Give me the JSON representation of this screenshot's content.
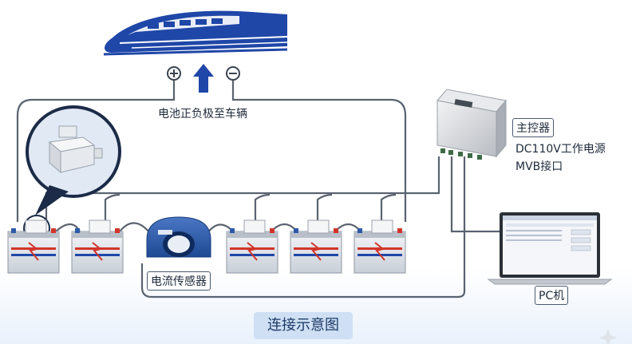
{
  "labels": {
    "battery_to_vehicle": "电池正负极至车辆",
    "main_controller": "主控器",
    "power_source": "DC110V工作电源",
    "mvb_interface": "MVB接口",
    "current_sensor": "电流传感器",
    "pc": "PC机",
    "diagram_title": "连接示意图"
  },
  "terminals": {
    "positive": "+",
    "negative": "−"
  },
  "colors": {
    "train_blue": "#1f47a8",
    "wire": "#5b6370",
    "battery_body": "#dfe3e9",
    "sensor_blue": "#2d5aa8",
    "title_bg": "#cfe0f5"
  }
}
